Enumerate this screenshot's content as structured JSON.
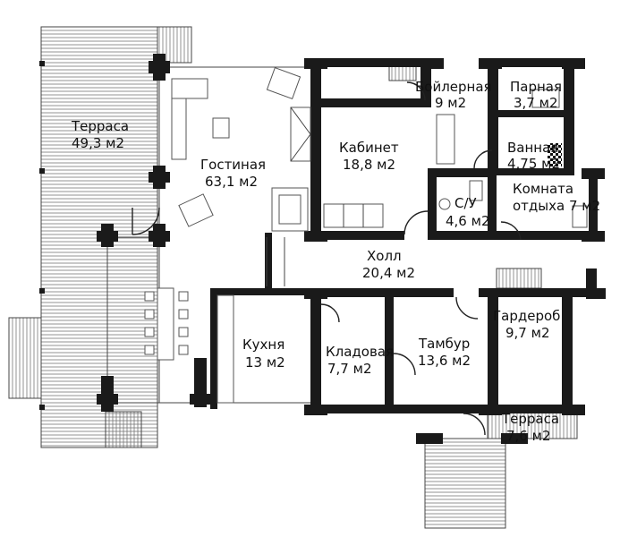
{
  "rooms": [
    {
      "name": "Терраса",
      "area": "49,3 м2"
    },
    {
      "name": "Гостиная",
      "area": "63,1 м2"
    },
    {
      "name": "Кабинет",
      "area": "18,8 м2"
    },
    {
      "name": "Бойлерная",
      "area": "9 м2"
    },
    {
      "name": "Парная",
      "area": "3,7 м2"
    },
    {
      "name": "Ванная",
      "area": "4,75 м2"
    },
    {
      "name": "С/У",
      "area": "4,6 м2"
    },
    {
      "name": "Комната",
      "area": "отдыха 7 м2"
    },
    {
      "name": "Холл",
      "area": "20,4 м2"
    },
    {
      "name": "Кухня",
      "area": "13 м2"
    },
    {
      "name": "Кладовая",
      "area": "7,7 м2"
    },
    {
      "name": "Тамбур",
      "area": "13,6 м2"
    },
    {
      "name": "Гардероб",
      "area": "9,7 м2"
    },
    {
      "name": "Терраса",
      "area": "7,6 м2"
    }
  ]
}
